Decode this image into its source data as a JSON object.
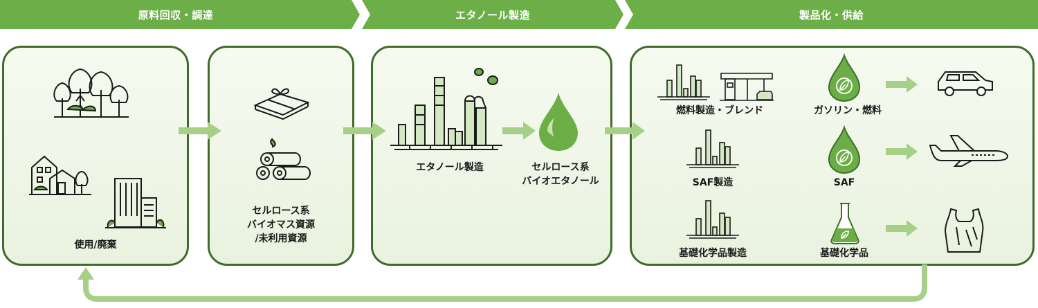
{
  "banners": [
    {
      "label": "原料回収・調達"
    },
    {
      "label": "エタノール製造"
    },
    {
      "label": "製品化・供給"
    }
  ],
  "panel1": {
    "usage_label": "使用/廃棄"
  },
  "panel2": {
    "resource_label_lines": [
      "セルロース系",
      "バイオマス資源",
      "/未利用資源"
    ]
  },
  "panel3": {
    "process_label": "エタノール製造",
    "output_label_lines": [
      "セルロース系",
      "バイオエタノール"
    ]
  },
  "panel4": {
    "rows": [
      {
        "process": "燃料製造・ブレンド",
        "product": "ガソリン・燃料",
        "use_icon": "car-icon"
      },
      {
        "process": "SAF製造",
        "product": "SAF",
        "use_icon": "airplane-icon"
      },
      {
        "process": "基礎化学品製造",
        "product": "基礎化学品",
        "use_icon": "plastic-bag-icon"
      }
    ]
  },
  "colors": {
    "banner": "#6cae47",
    "panel_border": "#3f6b2a",
    "arrow": "#a6cf88",
    "drop": "#6aae45"
  }
}
